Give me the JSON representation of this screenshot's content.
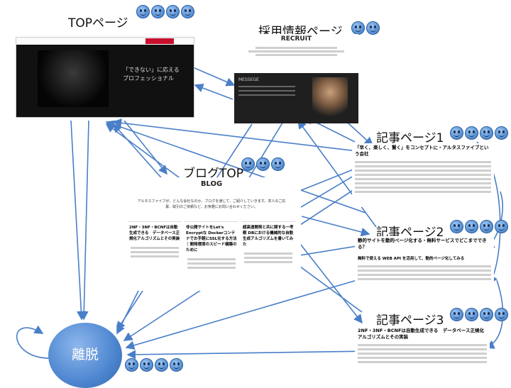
{
  "nodes": {
    "top": {
      "label": "TOPページ",
      "faces": 4
    },
    "recruit": {
      "label": "採用情報ページ",
      "faces": 2,
      "heading": "RECRUIT",
      "banner": "MESSEGE"
    },
    "blog": {
      "label": "ブログTOP",
      "faces": 3,
      "heading": "BLOG",
      "intro": "アルタスファイブが、どんな会社なのか、ブログを通じて、ご紹介していきます。求人のご応募、取引のご依頼など、お気軽にお問い合わせください。",
      "cards": [
        {
          "title": "2NF・3NF・BCNFは自動生成できる　データベース正規化アルゴリズムとその実装"
        },
        {
          "title": "非公開サイトをLet's Encryptな Dockerコンテナでお手軽にSSL化する方法｜開発環境のスピード構築のために"
        },
        {
          "title": "超高速開発と共に関する一考察 DBにおける機械的な自動生成アルゴリズムを書いてみた"
        }
      ]
    },
    "article1": {
      "label": "記事ページ1",
      "faces": 4,
      "title": "「早く、楽しく、賢く」をコンセプトに・アルタスファイブという会社"
    },
    "article2": {
      "label": "記事ページ2",
      "faces": 4,
      "title": "静的サイトを動的ページ化する・無料サービスでどこまでできる？",
      "subtitle": "無料で使える WEB API を活用して、動的ページ化してみる"
    },
    "article3": {
      "label": "記事ページ3",
      "faces": 4,
      "title": "2NF・3NF・BCNFは自動生成できる　データベース正規化アルゴリズムとその実装"
    },
    "exit": {
      "label": "離脱",
      "faces": 4
    }
  },
  "top_page": {
    "tagline": "「できない」に応える プロフェッショナル"
  },
  "colors": {
    "face": "#5b93d6",
    "exit": "#4d86d0",
    "arrow": "#4a7fc8",
    "top_nav": "#c8102e"
  }
}
